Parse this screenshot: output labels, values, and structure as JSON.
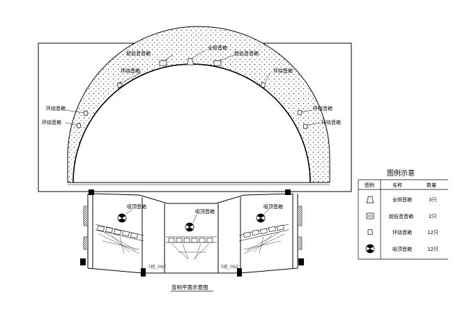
{
  "elevation": {
    "labels": {
      "fullrange": "全频音箱",
      "sub_left": "超低音音箱",
      "sub_right": "超低音音箱",
      "surround": "环绕音箱"
    }
  },
  "plan": {
    "ceiling_label": "吸顶音箱",
    "axis_left": "7桥_09Z",
    "axis_right": "7桥_09Z",
    "caption": "音响平面示意图"
  },
  "legend": {
    "title": "图例示意",
    "headers": {
      "icon": "图例",
      "name": "名称",
      "qty": "数量"
    },
    "rows": [
      {
        "icon": "fullrange-speaker-icon",
        "name": "全频音箱",
        "qty": "3只"
      },
      {
        "icon": "subwoofer-icon",
        "name": "超低音音箱",
        "qty": "2只"
      },
      {
        "icon": "surround-speaker-icon",
        "name": "环绕音箱",
        "qty": "12只"
      },
      {
        "icon": "ceiling-speaker-icon",
        "name": "吸顶音箱",
        "qty": "12只"
      }
    ]
  }
}
